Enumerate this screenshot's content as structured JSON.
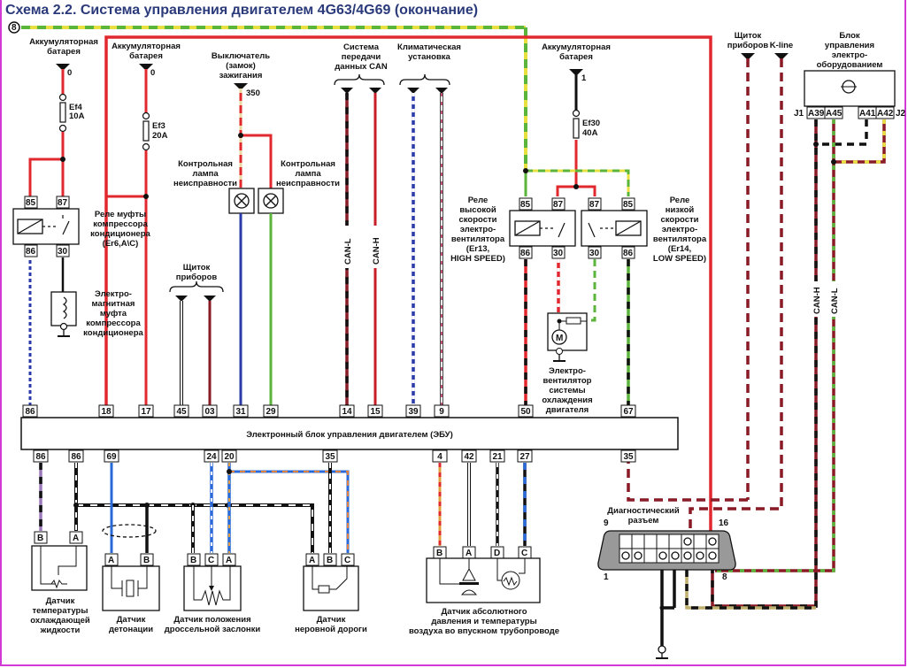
{
  "title": "Схема 2.2. Система управления двигателем 4G63/4G69 (окончание)",
  "ref_marker": "8",
  "colors": {
    "red": "#e0282e",
    "darkred": "#8a1a26",
    "blue": "#2a3aa8",
    "green": "#5ab53a",
    "yellow": "#e8e040",
    "black": "#111111",
    "title": "#2a3a7a",
    "frame": "#d23ad6"
  },
  "top_sources": [
    {
      "label1": "Аккумуляторная",
      "label2": "батарея",
      "terminal": "0",
      "fuse": "Ef4",
      "rating": "10A"
    },
    {
      "label1": "Аккумуляторная",
      "label2": "батарея",
      "terminal": "0",
      "fuse": "Ef3",
      "rating": "20A"
    },
    {
      "label1": "Выключатель",
      "label2": "(замок)",
      "label3": "зажигания",
      "terminal": "350"
    },
    {
      "label1": "Аккумуляторная",
      "label2": "батарея",
      "terminal": "1",
      "fuse": "Ef30",
      "rating": "40A"
    }
  ],
  "can_system": {
    "l1": "Система",
    "l2": "передачи",
    "l3": "данных CAN",
    "can_l": "CAN-L",
    "can_h": "CAN-H"
  },
  "climate": {
    "l1": "Климатическая",
    "l2": "установка"
  },
  "instrument_panel_left": {
    "l1": "Щиток",
    "l2": "приборов"
  },
  "instrument_panel_right": {
    "l1": "Щиток",
    "l2": "приборов"
  },
  "kline": "K-line",
  "body_ecu": {
    "l1": "Блок",
    "l2": "управления",
    "l3": "электро-",
    "l4": "оборудованием",
    "j1": "J1",
    "j2": "J2",
    "pins": [
      "A39",
      "A45",
      "A41",
      "A42"
    ],
    "can_h": "CAN-H",
    "can_l": "CAN-L"
  },
  "lamps": [
    {
      "l1": "Контрольная",
      "l2": "лампа",
      "l3": "неисправности"
    },
    {
      "l1": "Контрольная",
      "l2": "лампа",
      "l3": "неисправности"
    }
  ],
  "ac_relay": {
    "l1": "Реле муфты",
    "l2": "компрессора",
    "l3": "кондиционера",
    "l4": "(Er6,A\\C)",
    "pins": [
      "85",
      "87",
      "86",
      "30"
    ]
  },
  "ac_clutch": {
    "l1": "Электро-",
    "l2": "магнитная",
    "l3": "муфта",
    "l4": "компрессора",
    "l5": "кондиционера"
  },
  "high_relay": {
    "l1": "Реле",
    "l2": "высокой",
    "l3": "скорости",
    "l4": "электро-",
    "l5": "вентилятора",
    "l6": "(Er13,",
    "l7": "HIGH SPEED)",
    "pins": [
      "85",
      "87",
      "86",
      "30"
    ]
  },
  "low_relay": {
    "l1": "Реле",
    "l2": "низкой",
    "l3": "скорости",
    "l4": "электро-",
    "l5": "вентилятора",
    "l6": "(Er14,",
    "l7": "LOW SPEED)",
    "pins": [
      "87",
      "85",
      "30",
      "86"
    ]
  },
  "fan": {
    "l1": "Электро-",
    "l2": "вентилятор",
    "l3": "системы",
    "l4": "охлаждения",
    "l5": "двигателя",
    "motor": "M"
  },
  "ecu": {
    "label": "Электронный блок управления двигателем (ЭБУ)",
    "top_pins": [
      "86",
      "18",
      "17",
      "45",
      "03",
      "31",
      "29",
      "14",
      "15",
      "39",
      "9",
      "50",
      "67"
    ],
    "bottom_pins": [
      "86",
      "86",
      "69",
      "24",
      "20",
      "35",
      "4",
      "42",
      "21",
      "27",
      "35"
    ]
  },
  "sensors": [
    {
      "name": "coolant",
      "l1": "Датчик",
      "l2": "температуры",
      "l3": "охлаждающей",
      "l4": "жидкости",
      "pins": [
        "B",
        "A"
      ]
    },
    {
      "name": "knock",
      "l1": "Датчик",
      "l2": "детонации",
      "pins": [
        "A",
        "B"
      ]
    },
    {
      "name": "throttle",
      "l1": "Датчик положения",
      "l2": "дроссельной заслонки",
      "pins": [
        "B",
        "C",
        "A"
      ]
    },
    {
      "name": "rough-road",
      "l1": "Датчик",
      "l2": "неровной дороги",
      "pins": [
        "A",
        "B",
        "C"
      ]
    },
    {
      "name": "map",
      "l1": "Датчик абсолютного",
      "l2": "давления и температуры",
      "l3": "воздуха во впускном трубопроводе",
      "pins": [
        "B",
        "A",
        "D",
        "C"
      ]
    }
  ],
  "diag": {
    "l1": "Диагностический",
    "l2": "разъем",
    "n9": "9",
    "n16": "16",
    "n1": "1",
    "n8": "8"
  }
}
